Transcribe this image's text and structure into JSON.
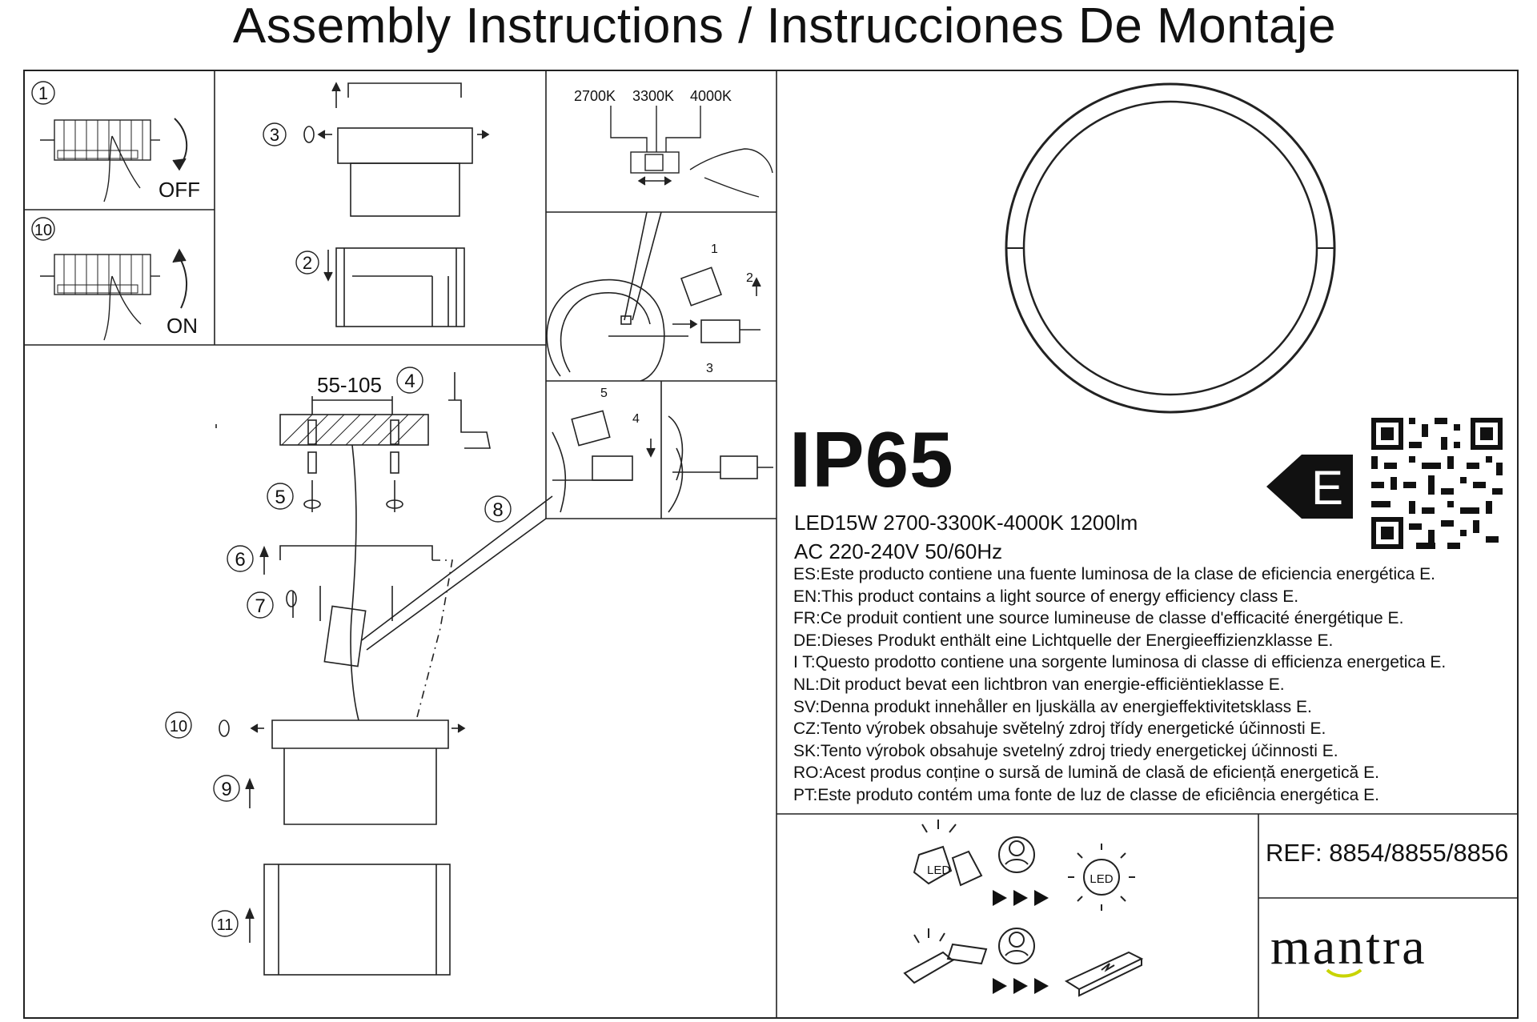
{
  "header": {
    "title": "Assembly Instructions / Instrucciones De Montaje"
  },
  "steps": {
    "s1": "1",
    "s2": "2",
    "s3": "3",
    "s4": "4",
    "s5": "5",
    "s6": "6",
    "s7": "7",
    "s8": "8",
    "s9": "9",
    "s10": "10",
    "s11": "11",
    "off_label": "OFF",
    "on_label": "ON",
    "drill_range": "55-105",
    "cct_labels": [
      "2700K",
      "3300K",
      "4000K"
    ],
    "connector_callouts": [
      "1",
      "2",
      "3",
      "5",
      "4"
    ]
  },
  "product": {
    "ip_rating": "IP65",
    "spec_line1": "LED15W 2700-3300K-4000K 1200lm",
    "spec_line2": "AC 220-240V 50/60Hz",
    "energy_class": "E",
    "energy_lines": [
      "ES:Este producto contiene una fuente luminosa de la clase de eficiencia energética E.",
      "EN:This product contains a light source of energy efficiency class E.",
      "FR:Ce produit contient une source lumineuse de classe d'efficacité énergétique E.",
      "DE:Dieses Produkt enthält eine Lichtquelle der Energieeffizienzklasse E.",
      "I T:Questo prodotto contiene una sorgente luminosa di classe di efficienza energetica E.",
      "NL:Dit product bevat een lichtbron van energie-efficiëntieklasse E.",
      "SV:Denna produkt innehåller en ljuskälla av energieffektivitetsklass E.",
      "CZ:Tento výrobek obsahuje světelný zdroj třídy energetické účinnosti E.",
      "SK:Tento výrobok obsahuje svetelný zdroj triedy energetickej účinnosti E.",
      "RO:Acest produs conține o sursă de lumină de clasă de eficiență energetică E.",
      "PT:Este produto contém uma fonte de luz de classe de eficiência energética E."
    ],
    "ref": "REF: 8854/8855/8856",
    "brand": "mantra",
    "led_icon_label": "LED"
  },
  "colors": {
    "line": "#222222",
    "background": "#ffffff",
    "brand_accent": "#c8d400"
  }
}
